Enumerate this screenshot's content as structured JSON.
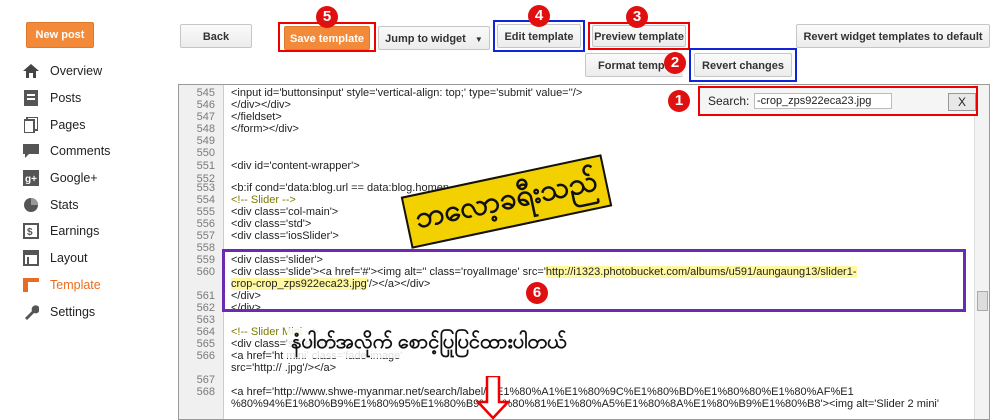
{
  "sidebar": {
    "new_post": "New post",
    "items": [
      {
        "label": "Overview",
        "icon": "home-icon"
      },
      {
        "label": "Posts",
        "icon": "posts-icon"
      },
      {
        "label": "Pages",
        "icon": "pages-icon"
      },
      {
        "label": "Comments",
        "icon": "comments-icon"
      },
      {
        "label": "Google+",
        "icon": "google-plus-icon"
      },
      {
        "label": "Stats",
        "icon": "stats-icon"
      },
      {
        "label": "Earnings",
        "icon": "earnings-icon"
      },
      {
        "label": "Layout",
        "icon": "layout-icon"
      },
      {
        "label": "Template",
        "icon": "template-icon",
        "active": true
      },
      {
        "label": "Settings",
        "icon": "settings-icon"
      }
    ]
  },
  "toolbar": {
    "back": "Back",
    "save_template": "Save template",
    "jump_to_widget": "Jump to widget",
    "edit_template": "Edit template",
    "preview_template": "Preview template",
    "revert_widget_templates": "Revert widget templates to default",
    "format_template": "Format templ",
    "revert_changes": "Revert changes"
  },
  "badges": {
    "b1": "1",
    "b2": "2",
    "b3": "3",
    "b4": "4",
    "b5": "5",
    "b6": "6"
  },
  "search": {
    "label": "Search:",
    "value": "-crop_zps922eca23.jpg",
    "close": "X"
  },
  "overlay": {
    "title_mm": "ဘလော့ခရီးသည်",
    "caption_mm": "နံပါတ်အလိုက် စောင့်ပြုပြင်ထားပါတယ်"
  },
  "code_lines": [
    {
      "n": "545",
      "text": "<input id='buttonsinput' style='vertical-align: top;' type='submit' value=''/>"
    },
    {
      "n": "546",
      "text": "</div></div>"
    },
    {
      "n": "547",
      "text": "</fieldset>"
    },
    {
      "n": "548",
      "text": "</form></div>"
    },
    {
      "n": "549",
      "text": ""
    },
    {
      "n": "550",
      "text": ""
    },
    {
      "n": "551",
      "text": "<div id='content-wrapper'>"
    },
    {
      "n": "552",
      "text": ""
    },
    {
      "n": "553",
      "text": "<b:if cond='data:blog.url == data:blog.homep"
    },
    {
      "n": "554",
      "text": "<!-- Slider -->"
    },
    {
      "n": "555",
      "text": "<div class='col-main'>"
    },
    {
      "n": "556",
      "text": "  <div class='std'>"
    },
    {
      "n": "557",
      "text": "    <div class='iosSlider'>"
    },
    {
      "n": "558",
      "text": ""
    },
    {
      "n": "559",
      "text": "<div class='slider'>"
    },
    {
      "n": "560",
      "text": "<div class='slide'><a href='#'><img alt='' class='royalImage' src='http://i1323.photobucket.com/albums/u591/aungaung13/slider1-"
    },
    {
      "n": "",
      "text": "crop-crop_zps922eca23.jpg'/></a></div>"
    },
    {
      "n": "561",
      "text": "</div>"
    },
    {
      "n": "562",
      "text": "  </div>"
    },
    {
      "n": "563",
      "text": ""
    },
    {
      "n": "564",
      "text": "<!-- Slider Mini -->"
    },
    {
      "n": "565",
      "text": "  <div class='sliderMini'>"
    },
    {
      "n": "566",
      "text": "<a href='ht                                                                    mini' class='fade-image'"
    },
    {
      "n": "",
      "text": "src='http://                                                                   .jpg'/></a>"
    },
    {
      "n": "567",
      "text": ""
    },
    {
      "n": "568",
      "text": "<a href='http://www.shwe-myanmar.net/search/label/%E1%80%A1%E1%80%9C%E1%80%BD%E1%80%80%E1%80%AF%E1"
    },
    {
      "n": "",
      "text": "%80%94%E1%80%B9%E1%80%95%E1%80%B9%E1%80%81%E1%80%A5%E1%80%8A%E1%80%B9%E1%80%B8'><img alt='Slider 2 mini'"
    }
  ]
}
